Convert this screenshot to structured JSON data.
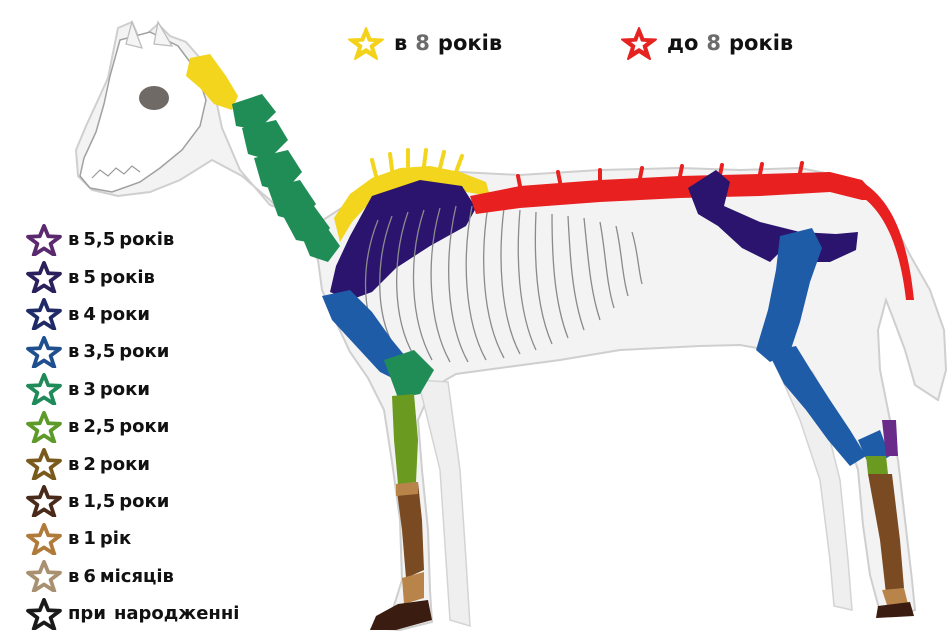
{
  "top_legend": [
    {
      "prefix": "в",
      "number": "8",
      "unit": "років",
      "star_color": "#f4d21a",
      "star_icon": "star-icon"
    },
    {
      "prefix": "до",
      "number": "8",
      "unit": "років",
      "star_color": "#e52421",
      "star_icon": "star-icon"
    }
  ],
  "side_legend": [
    {
      "prefix": "в",
      "number": "5,5",
      "unit": "років",
      "star_color": "#5b2a6e"
    },
    {
      "prefix": "в",
      "number": "5",
      "unit": "років",
      "star_color": "#2b1f5c"
    },
    {
      "prefix": "в",
      "number": "4",
      "unit": "роки",
      "star_color": "#1f2a66"
    },
    {
      "prefix": "в",
      "number": "3,5",
      "unit": "роки",
      "star_color": "#1f4f8f"
    },
    {
      "prefix": "в",
      "number": "3",
      "unit": "роки",
      "star_color": "#1f8a5a"
    },
    {
      "prefix": "в",
      "number": "2,5",
      "unit": "роки",
      "star_color": "#5e9a2a"
    },
    {
      "prefix": "в",
      "number": "2",
      "unit": "роки",
      "star_color": "#7a5a1c"
    },
    {
      "prefix": "в",
      "number": "1,5",
      "unit": "роки",
      "star_color": "#4a2a1a"
    },
    {
      "prefix": "в",
      "number": "1",
      "unit": "рік",
      "star_color": "#b07a3a"
    },
    {
      "prefix": "в",
      "number": "6",
      "unit": "місяців",
      "star_color": "#a89070"
    },
    {
      "prefix": "при",
      "number": "",
      "unit": "народженні",
      "star_color": "#1a1a1a"
    }
  ],
  "colors": {
    "yellow": "#f2d51c",
    "red": "#e8201f",
    "dark_purple": "#2a146e",
    "blue": "#1f5ca8",
    "green": "#1f8d55",
    "olive_green": "#6a9a1f",
    "brown": "#7a4a22",
    "light_brown": "#b9844a",
    "hoof_dark": "#3a1c10",
    "purple": "#6a2a8a",
    "outline": "#c7c7c7",
    "rib": "#8a8a8a",
    "skull_eye": "#6f6a66"
  }
}
